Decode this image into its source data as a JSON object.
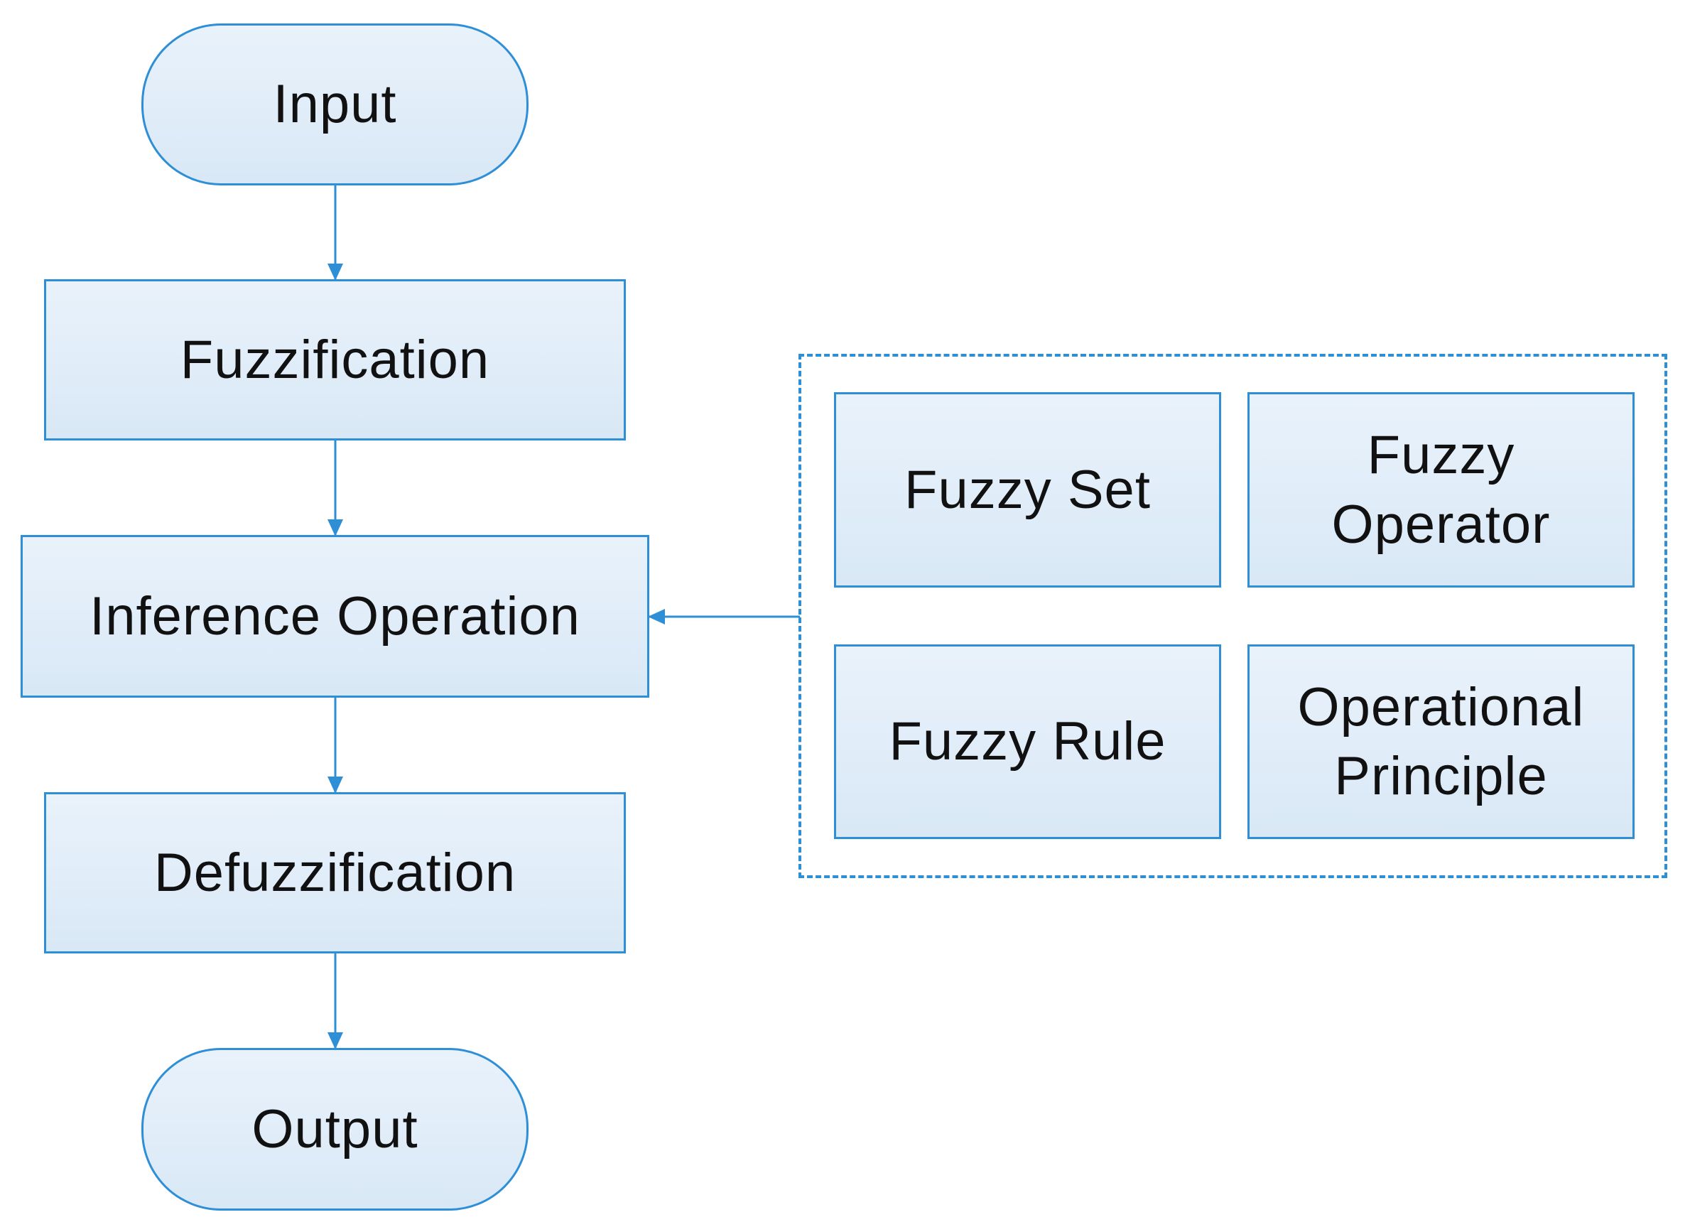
{
  "flow": {
    "input": "Input",
    "fuzzification": "Fuzzification",
    "inference": "Inference Operation",
    "defuzzification": "Defuzzification",
    "output": "Output"
  },
  "knowledge_base": {
    "items": [
      "Fuzzy Set",
      "Fuzzy\nOperator",
      "Fuzzy Rule",
      "Operational\nPrinciple"
    ]
  },
  "colors": {
    "stroke": "#2e8fd6",
    "fill_top": "#e9f2fb",
    "fill_bottom": "#d9e8f6",
    "text": "#111111"
  }
}
